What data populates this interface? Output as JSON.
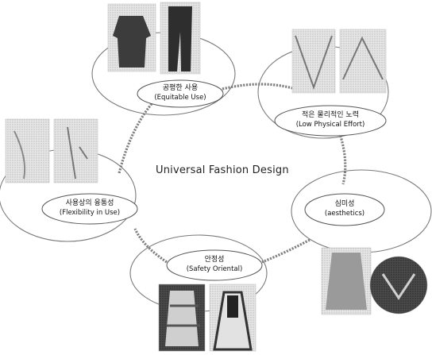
{
  "center_title": "Universal Fashion Design",
  "principles": [
    {
      "id": "equitable",
      "korean": "공평한 사용",
      "english": "(Equitable Use)"
    },
    {
      "id": "low-effort",
      "korean": "적은 물리적인 노력",
      "english": "(Low Physical Effort)"
    },
    {
      "id": "flexibility",
      "korean": "사용상의 융통성",
      "english": "(Flexibility in Use)"
    },
    {
      "id": "aesthetics",
      "korean": "심미성",
      "english": "(aesthetics)"
    },
    {
      "id": "safety",
      "korean": "안정성",
      "english": "(Safety Oriental)"
    }
  ],
  "colors": {
    "ring": "#7a7a7a",
    "label_ellipse": "#555555",
    "chain": "#777777",
    "photo_dark": "#3a3a3a",
    "photo_light": "#cfcfcf"
  }
}
